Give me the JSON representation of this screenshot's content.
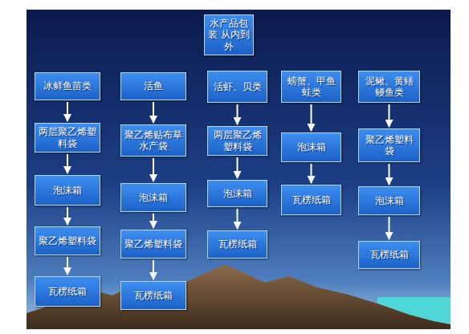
{
  "diagram": {
    "nodes": [
      {
        "text": [
          "水产品包装 从内到外"
        ]
      },
      {
        "text": [
          "冰鲜鱼苗类"
        ]
      },
      {
        "text": [
          "两层聚乙烯塑料袋"
        ]
      },
      {
        "text": [
          "泡沫箱"
        ]
      },
      {
        "text": [
          "聚乙烯塑料袋"
        ]
      },
      {
        "text": [
          "瓦楞纸箱"
        ]
      },
      {
        "text": [
          "活鱼"
        ]
      },
      {
        "text": [
          "聚乙烯贴布草水产袋"
        ]
      },
      {
        "text": [
          "泡沫箱"
        ]
      },
      {
        "text": [
          "聚乙烯塑料袋"
        ]
      },
      {
        "text": [
          "瓦楞纸箱"
        ]
      },
      {
        "text": [
          "活虾、贝类"
        ]
      },
      {
        "text": [
          "两层聚乙烯塑料袋"
        ]
      },
      {
        "text": [
          "泡沫箱"
        ]
      },
      {
        "text": [
          "瓦楞纸箱"
        ]
      },
      {
        "text": [
          "螃蟹、甲鱼蛙类"
        ]
      },
      {
        "text": [
          "泡沫箱"
        ]
      },
      {
        "text": [
          "瓦楞纸箱"
        ]
      },
      {
        "text": [
          "泥鳅、黄鳝鳗鱼类"
        ]
      },
      {
        "text": [
          "聚乙烯塑料袋"
        ]
      },
      {
        "text": [
          "泡沫箱"
        ]
      },
      {
        "text": [
          "瓦楞纸箱"
        ]
      }
    ],
    "edges": [
      {
        "from": 1,
        "to": 2,
        "arrow": "to"
      },
      {
        "from": 2,
        "to": 3,
        "arrow": "to"
      },
      {
        "from": 3,
        "to": 4,
        "arrow": "to"
      },
      {
        "from": 4,
        "to": 5,
        "arrow": "to"
      },
      {
        "from": 6,
        "to": 7,
        "arrow": "to"
      },
      {
        "from": 7,
        "to": 8,
        "arrow": "to"
      },
      {
        "from": 8,
        "to": 9,
        "arrow": "to"
      },
      {
        "from": 9,
        "to": 10,
        "arrow": "to"
      },
      {
        "from": 11,
        "to": 12,
        "arrow": "to"
      },
      {
        "from": 12,
        "to": 13,
        "arrow": "to"
      },
      {
        "from": 13,
        "to": 14,
        "arrow": "to"
      },
      {
        "from": 15,
        "to": 16,
        "arrow": "to"
      },
      {
        "from": 16,
        "to": 17,
        "arrow": "to"
      },
      {
        "from": 18,
        "to": 19,
        "arrow": "to"
      },
      {
        "from": 19,
        "to": 20,
        "arrow": "to"
      },
      {
        "from": 20,
        "to": 21,
        "arrow": "to"
      }
    ]
  }
}
